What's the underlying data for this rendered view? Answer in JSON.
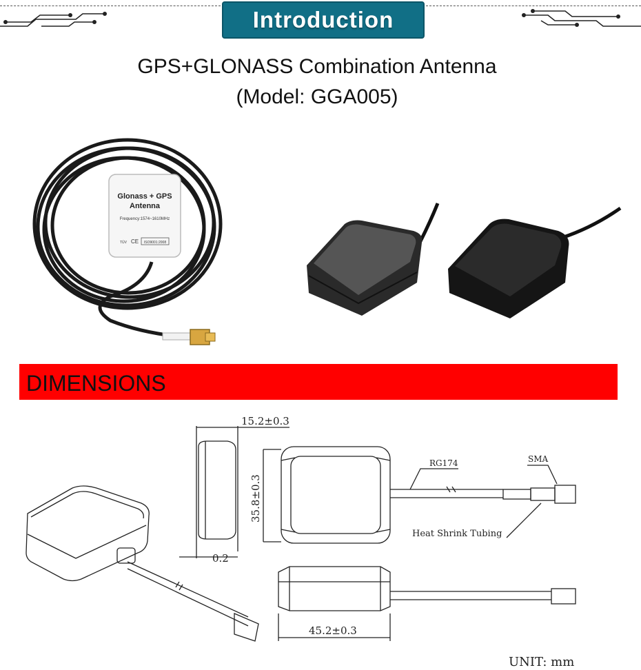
{
  "header": {
    "intro_label": "Introduction"
  },
  "product": {
    "title_line1": "GPS+GLONASS Combination Antenna",
    "title_line2": "(Model: GGA005)"
  },
  "photo_label": {
    "line1": "Glonass + GPS",
    "line2": "Antenna",
    "frequency": "Frequency:1574~1610MHz",
    "cert": "ISO9001:2008",
    "ce": "CE",
    "tuv": "TÜV"
  },
  "dimensions": {
    "heading": "DIMENSIONS",
    "height": "15.2±0.3",
    "width": "35.8±0.3",
    "base": "0.2",
    "length": "45.2±0.3",
    "cable": "RG174",
    "connector": "SMA",
    "tubing": "Heat Shrink Tubing",
    "unit": "UNIT: mm"
  },
  "colors": {
    "tab": "#116f86",
    "dimensions_bar": "#ff0000"
  }
}
